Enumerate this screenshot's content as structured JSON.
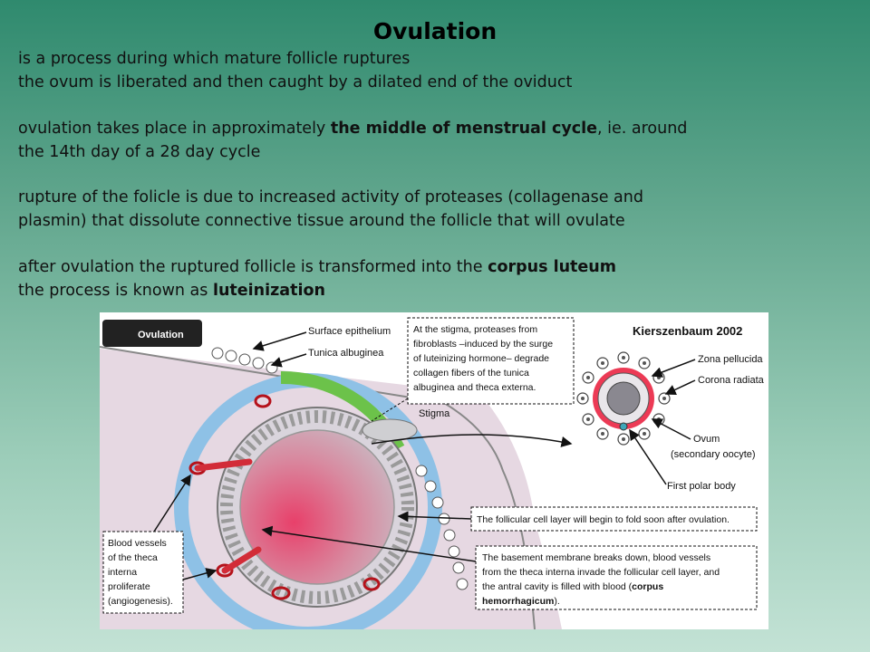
{
  "title": "Ovulation",
  "paragraphs": {
    "p1_l1": "is a process during which mature follicle ruptures",
    "p1_l2": "the ovum is liberated and then caught by a dilated end of the oviduct",
    "p2_a": "ovulation takes place in approximately ",
    "p2_b": "the middle of menstrual cycle",
    "p2_c": ", ie. around",
    "p2_l2": "the 14th day of a 28 day cycle",
    "p3_l1": "rupture of the folicle is due to increased activity of proteases (collagenase and",
    "p3_l2": "plasmin) that dissolute connective tissue around the follicle that will ovulate",
    "p4_a": "after  ovulation the ruptured follicle is transformed into the ",
    "p4_b": "corpus luteum",
    "p4_l2a": "the process is known as ",
    "p4_l2b": "luteinization"
  },
  "figure": {
    "tag": "Ovulation",
    "credit": "Kierszenbaum 2002",
    "labels": {
      "surface_epithelium": "Surface epithelium",
      "tunica_albuginea": "Tunica albuginea",
      "stigma": "Stigma",
      "zona_pellucida": "Zona pellucida",
      "corona_radiata": "Corona radiata",
      "ovum": "Ovum",
      "secondary_oocyte": "(secondary oocyte)",
      "first_polar_body": "First polar body"
    },
    "callouts": {
      "stigma_box": [
        "At the stigma, proteases from",
        "fibroblasts –induced by the surge",
        "of luteinizing hormone– degrade",
        "collagen fibers of the tunica",
        "albuginea and theca externa."
      ],
      "fold_box": "The follicular cell layer will begin to fold soon after ovulation.",
      "basement_box": [
        "The basement membrane breaks down, blood vessels",
        "from the theca interna invade the follicular cell layer, and",
        "the antral cavity is filled with blood ("
      ],
      "basement_bold1": "corpus",
      "basement_bold2": "hemorrhagicum",
      "basement_end": ").",
      "vessels_box": [
        "Blood vessels",
        "of the theca",
        "interna",
        "proliferate",
        "(angiogenesis)."
      ]
    }
  }
}
